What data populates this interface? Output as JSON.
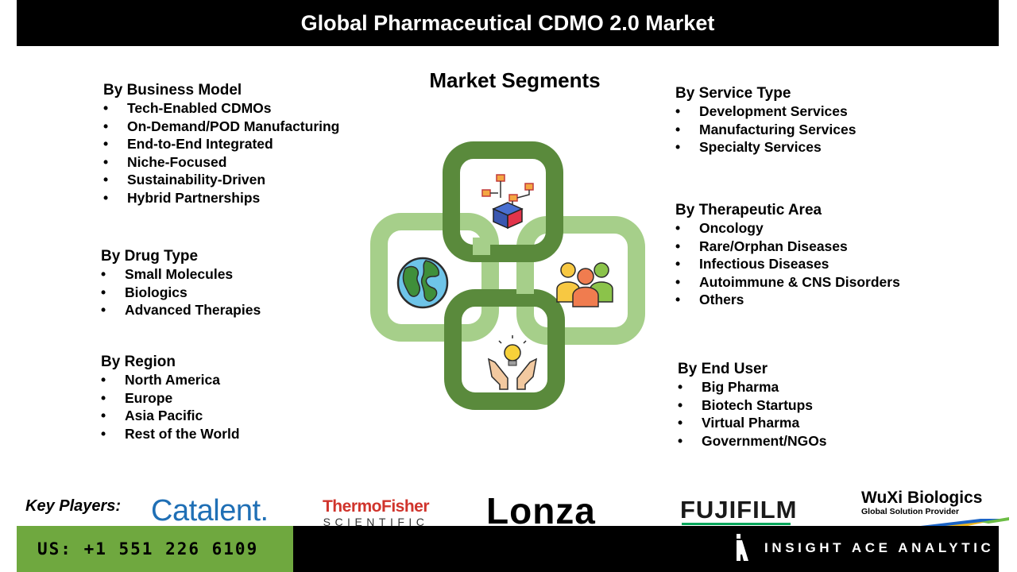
{
  "title": "Global Pharmaceutical CDMO 2.0 Market",
  "segments_heading": "Market Segments",
  "business_model": {
    "heading": "By Business Model",
    "items": [
      "Tech-Enabled CDMOs",
      "On-Demand/POD Manufacturing",
      "End-to-End Integrated",
      "Niche-Focused",
      "Sustainability-Driven",
      "Hybrid Partnerships"
    ]
  },
  "drug_type": {
    "heading": "By Drug Type",
    "items": [
      "Small Molecules",
      "Biologics",
      "Advanced Therapies"
    ]
  },
  "region": {
    "heading": "By Region",
    "items": [
      "North America",
      "Europe",
      "Asia Pacific",
      "Rest of the World"
    ]
  },
  "service_type": {
    "heading": "By Service Type",
    "items": [
      "Development Services",
      "Manufacturing Services",
      "Specialty Services"
    ]
  },
  "therapeutic_area": {
    "heading": "By Therapeutic Area",
    "items": [
      "Oncology",
      "Rare/Orphan Diseases",
      "Infectious Diseases",
      "Autoimmune & CNS Disorders",
      "Others"
    ]
  },
  "end_user": {
    "heading": "By End User",
    "items": [
      "Big Pharma",
      "Biotech Startups",
      "Virtual Pharma",
      "Government/NGOs"
    ]
  },
  "key_players": {
    "label": "Key Players:",
    "catalent": "Catalent.",
    "thermo_line1": "ThermoFisher",
    "thermo_line2": "SCIENTIFIC",
    "lonza": "Lonza",
    "fujifilm": "FUJIFILM",
    "wuxi_line1": "WuXi Biologics",
    "wuxi_line2": "Global Solution Provider"
  },
  "footer": {
    "phone": "US: +1 551 226 6109",
    "brand": "INSIGHT ACE ANALYTIC"
  },
  "colors": {
    "dark_green": "#5a8a3c",
    "light_green": "#a6cf8a",
    "phone_green": "#6fa83f"
  },
  "icons": [
    "network-cube-icon",
    "globe-icon",
    "people-group-icon",
    "lightbulb-hands-icon"
  ]
}
